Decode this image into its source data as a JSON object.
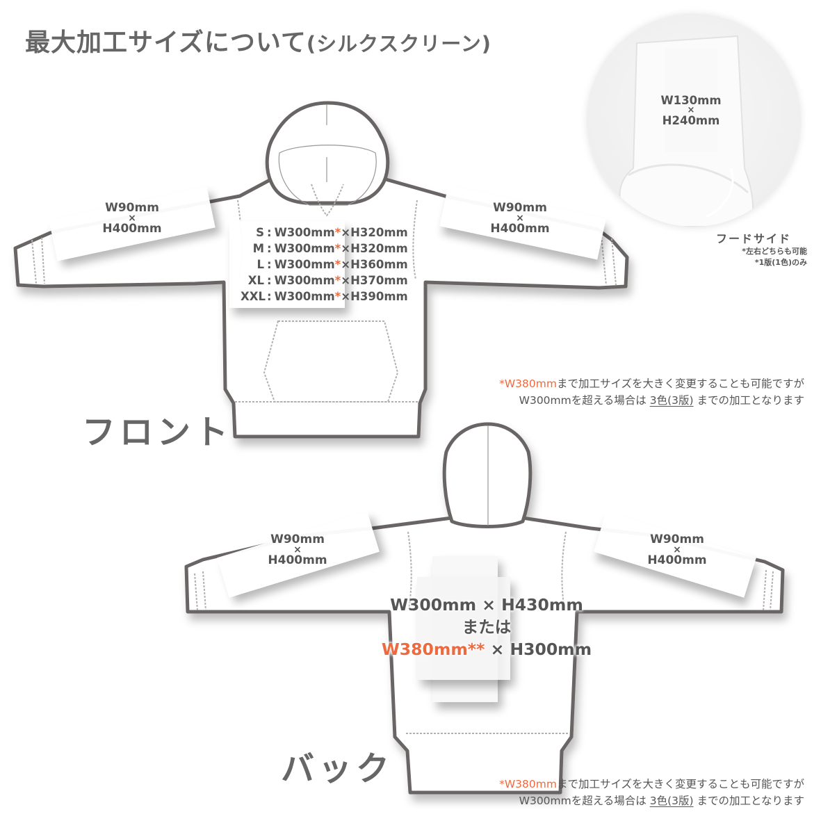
{
  "header": {
    "title_main": "最大加工サイズについて",
    "title_sub": "(シルクスクリーン)"
  },
  "colors": {
    "accent": "#ee6a3e",
    "text": "#555555",
    "outline": "#6b6565"
  },
  "hood_side": {
    "print_area": {
      "width": "W130mm",
      "times": "×",
      "height": "H240mm"
    },
    "caption": "フードサイド",
    "notes": [
      "*左右どちらも可能",
      "*1版(1色)のみ"
    ]
  },
  "front": {
    "label": "フロント",
    "left_sleeve": {
      "width": "W90mm",
      "times": "×",
      "height": "H400mm"
    },
    "right_sleeve": {
      "width": "W90mm",
      "times": "×",
      "height": "H400mm"
    },
    "body_sizes": [
      {
        "size": "S",
        "sep": ":",
        "width": "W300mm",
        "mark": "*",
        "times": "×",
        "height": "H320mm"
      },
      {
        "size": "M",
        "sep": ":",
        "width": "W300mm",
        "mark": "*",
        "times": "×",
        "height": "H320mm"
      },
      {
        "size": "L",
        "sep": ":",
        "width": "W300mm",
        "mark": "*",
        "times": "×",
        "height": "H360mm"
      },
      {
        "size": "XL",
        "sep": ":",
        "width": "W300mm",
        "mark": "*",
        "times": "×",
        "height": "H370mm"
      },
      {
        "size": "XXL",
        "sep": ":",
        "width": "W300mm",
        "mark": "*",
        "times": "×",
        "height": "H390mm"
      }
    ],
    "note": {
      "accent": "*W380mm",
      "line1_rest": "まで加工サイズを大きく変更することも可能ですが",
      "line2_pre": "W300mmを超える場合は ",
      "line2_underlined": "3色(3版)",
      "line2_post": " までの加工となります"
    }
  },
  "back": {
    "label": "バック",
    "left_sleeve": {
      "width": "W90mm",
      "times": "×",
      "height": "H400mm"
    },
    "right_sleeve": {
      "width": "W90mm",
      "times": "×",
      "height": "H400mm"
    },
    "body": {
      "option1": "W300mm × H430mm",
      "or": "または",
      "option2_accent": "W380mm**",
      "option2_rest": " × H300mm"
    },
    "note": {
      "accent": "*W380mm",
      "line1_rest": "まで加工サイズを大きく変更することも可能ですが",
      "line2_pre": "W300mmを超える場合は ",
      "line2_underlined": "3色(3版)",
      "line2_post": " までの加工となります"
    }
  }
}
